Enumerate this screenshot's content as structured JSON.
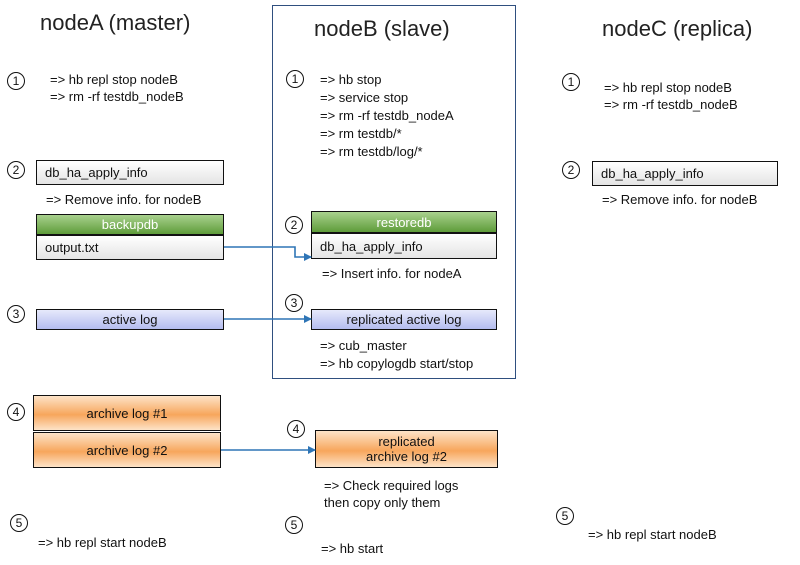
{
  "nodeA": {
    "title": "nodeA (master)",
    "steps": [
      "1",
      "2",
      "3",
      "4",
      "5"
    ],
    "s1_line1": "=> hb repl stop nodeB",
    "s1_line2": "=> rm -rf testdb_nodeB",
    "apply_info_box": "db_ha_apply_info",
    "s2_note": "=> Remove info. for nodeB",
    "backupdb_header": "backupdb",
    "output_box": "output.txt",
    "active_log_box": "active log",
    "archive_log_1": "archive  log #1",
    "archive_log_2": "archive log #2",
    "s5_text": "=> hb repl start nodeB"
  },
  "nodeB": {
    "title": "nodeB (slave)",
    "steps": [
      "1",
      "2",
      "3",
      "4",
      "5"
    ],
    "s1_lines": [
      "=> hb stop",
      "=> service stop",
      "=> rm -rf testdb_nodeA",
      "=> rm testdb/*",
      "=> rm testdb/log/*"
    ],
    "restoredb_header": "restoredb",
    "apply_info_box": "db_ha_apply_info",
    "s2_note": "=> Insert info. for nodeA",
    "replicated_active_log_box": "replicated active log",
    "s3_lines": [
      "=> cub_master",
      "=> hb copylogdb start/stop"
    ],
    "replicated_archive_log_line1": "replicated",
    "replicated_archive_log_line2": "archive log #2",
    "s4_lines": [
      "=> Check required logs",
      "then copy only them"
    ],
    "s5_text": "=> hb start"
  },
  "nodeC": {
    "title": "nodeC (replica)",
    "steps": [
      "1",
      "2",
      "5"
    ],
    "s1_line1": "=> hb repl stop nodeB",
    "s1_line2": "=> rm -rf testdb_nodeB",
    "apply_info_box": "db_ha_apply_info",
    "s2_note": "=> Remove info. for nodeB",
    "s5_text": "=> hb repl start nodeB"
  },
  "colors": {
    "arrow": "#2e75b6",
    "panel_border": "#2f4f7f",
    "green_header": "#70ad47",
    "blue_box": "#b4bcef",
    "orange_box": "#f7a65c"
  }
}
